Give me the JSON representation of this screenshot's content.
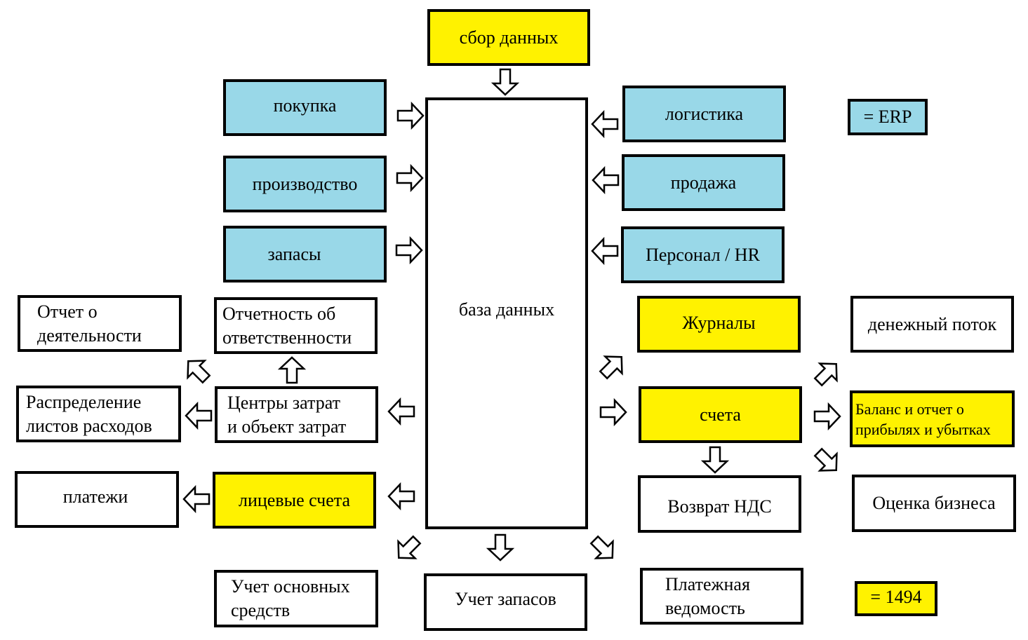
{
  "diagram": {
    "colors": {
      "blue": "#99d8e8",
      "yellow": "#fff200",
      "white": "#ffffff",
      "border": "#000000"
    },
    "nodes": {
      "data_collection": "сбор данных",
      "database": "база данных",
      "purchase": "покупка",
      "production": "производство",
      "inventory": "запасы",
      "logistics": "логистика",
      "sales": "продажа",
      "personnel": "Персонал / HR",
      "activity_report": "Отчет о\nдеятельности",
      "responsibility_reporting": "Отчетность об\nответственности",
      "expense_distribution": "Распределение\nлистов расходов",
      "cost_centers": "Центры затрат\nи объект затрат",
      "payments": "платежи",
      "personal_accounts": "лицевые счета",
      "fixed_assets": "Учет основных\nсредств",
      "inventory_accounting": "Учет запасов",
      "payroll": "Платежная\nведомость",
      "journals": "Журналы",
      "accounts": "счета",
      "cash_flow": "денежный поток",
      "balance_pnl": "Баланс и отчет о\nприбылях и убытках",
      "vat_refund": "Возврат НДС",
      "business_valuation": "Оценка бизнеса"
    },
    "legend": {
      "erp": "= ERP",
      "code_1494": "= 1494"
    },
    "arrows": [
      {
        "from": "data_collection",
        "to": "database",
        "direction": "down"
      },
      {
        "from": "purchase",
        "to": "database",
        "direction": "right"
      },
      {
        "from": "production",
        "to": "database",
        "direction": "right"
      },
      {
        "from": "inventory",
        "to": "database",
        "direction": "right"
      },
      {
        "from": "logistics",
        "to": "database",
        "direction": "left"
      },
      {
        "from": "sales",
        "to": "database",
        "direction": "left"
      },
      {
        "from": "personnel",
        "to": "database",
        "direction": "left"
      },
      {
        "from": "database",
        "to": "cost_centers",
        "direction": "left"
      },
      {
        "from": "database",
        "to": "personal_accounts",
        "direction": "left"
      },
      {
        "from": "cost_centers",
        "to": "responsibility_reporting",
        "direction": "up"
      },
      {
        "from": "cost_centers",
        "to": "activity_report",
        "direction": "up-left"
      },
      {
        "from": "cost_centers",
        "to": "expense_distribution",
        "direction": "left"
      },
      {
        "from": "personal_accounts",
        "to": "payments",
        "direction": "left"
      },
      {
        "from": "database",
        "to": "fixed_assets",
        "direction": "down-left"
      },
      {
        "from": "database",
        "to": "inventory_accounting",
        "direction": "down"
      },
      {
        "from": "database",
        "to": "payroll",
        "direction": "down-right"
      },
      {
        "from": "database",
        "to": "journals",
        "direction": "up-right"
      },
      {
        "from": "database",
        "to": "accounts",
        "direction": "right"
      },
      {
        "from": "accounts",
        "to": "cash_flow",
        "direction": "up-right"
      },
      {
        "from": "accounts",
        "to": "balance_pnl",
        "direction": "right"
      },
      {
        "from": "accounts",
        "to": "business_valuation",
        "direction": "down-right"
      },
      {
        "from": "accounts",
        "to": "vat_refund",
        "direction": "down"
      }
    ]
  }
}
